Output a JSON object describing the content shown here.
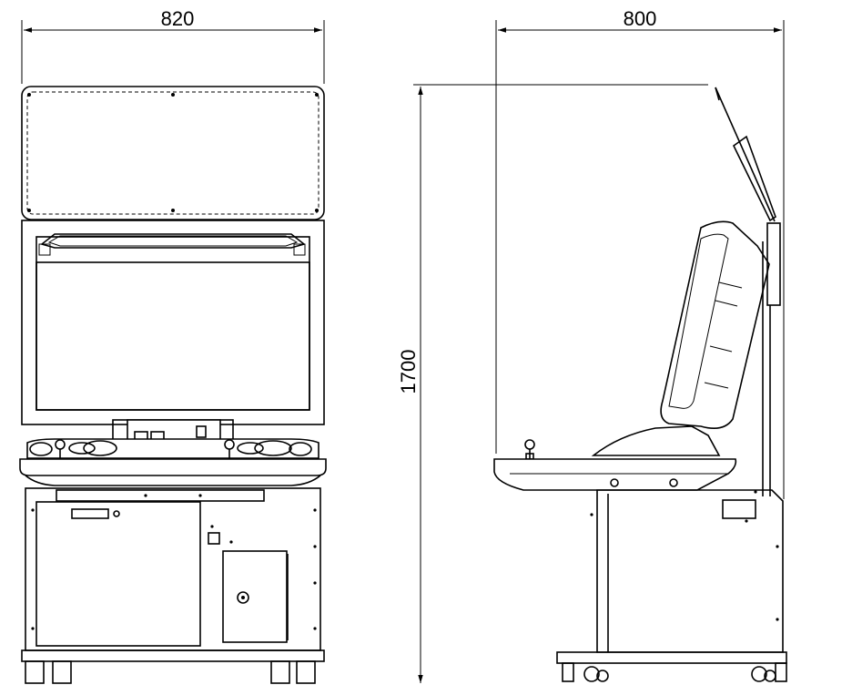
{
  "dimensions": {
    "front_width": "820",
    "side_depth": "800",
    "height": "1700"
  }
}
